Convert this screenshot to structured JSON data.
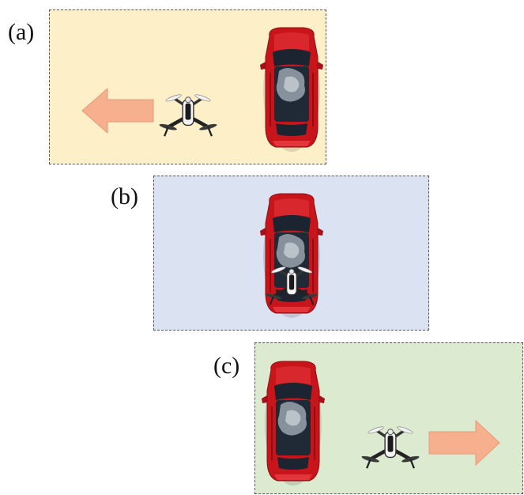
{
  "panels": [
    {
      "id": "a",
      "label": "(a)",
      "color": "#fdefc7",
      "arrow": "left"
    },
    {
      "id": "b",
      "label": "(b)",
      "color": "#dbe3f2",
      "arrow": "none"
    },
    {
      "id": "c",
      "label": "(c)",
      "color": "#dcebcf",
      "arrow": "right"
    }
  ],
  "colors": {
    "arrow_fill": "#f6b08e",
    "arrow_stroke": "#e49a78",
    "car_body": "#c8151b",
    "car_glass": "#1b2430",
    "border": "#555555"
  },
  "icons": [
    "car-icon",
    "drone-icon",
    "arrow-left-icon",
    "arrow-right-icon"
  ]
}
